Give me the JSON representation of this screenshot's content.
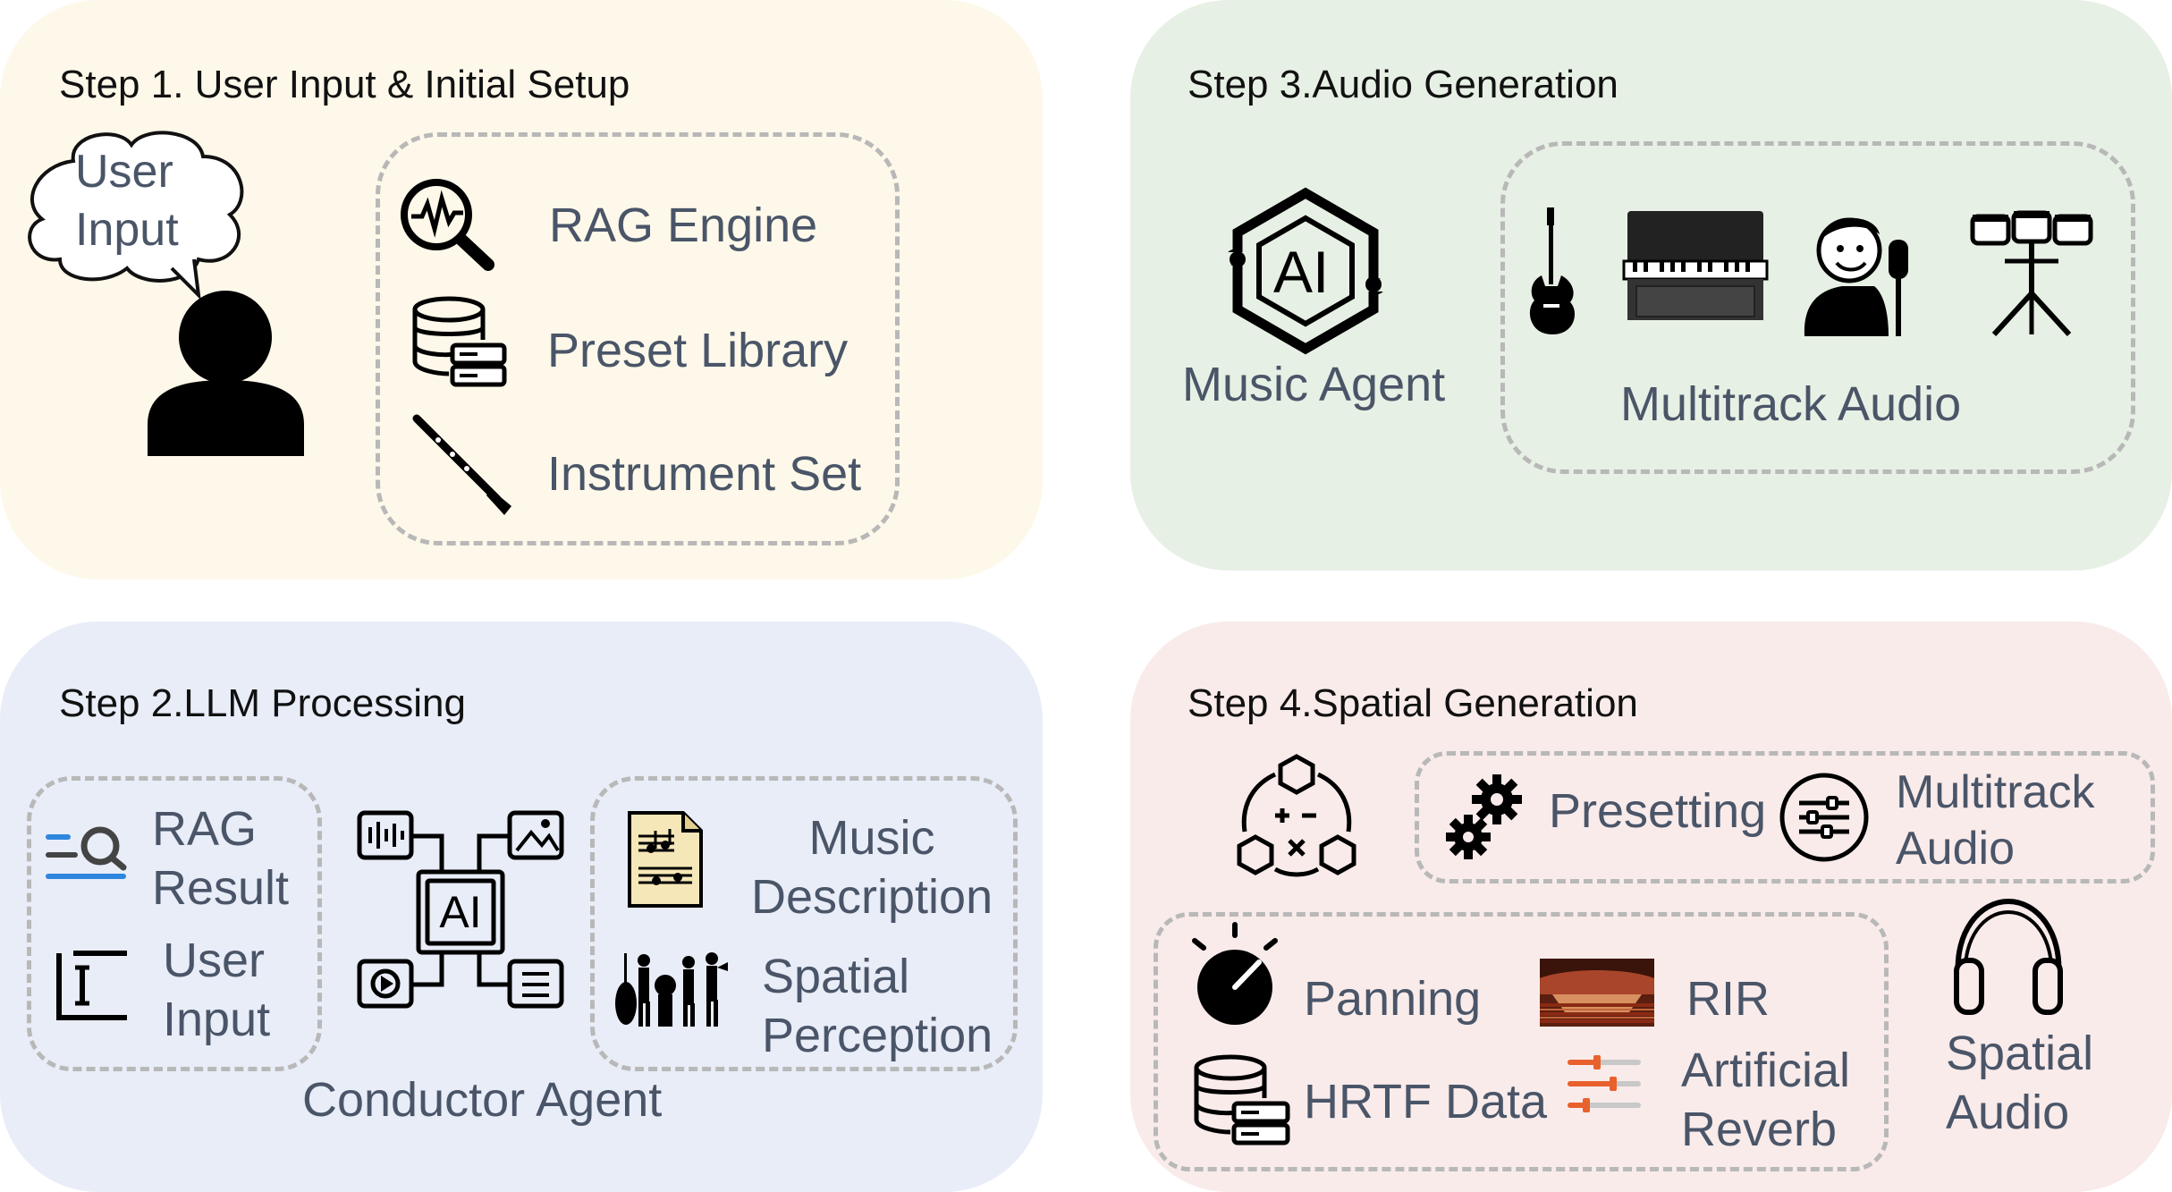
{
  "step1": {
    "title": "Step 1. User Input & Initial Setup",
    "bubble": "User\nInput",
    "items": [
      "RAG Engine",
      "Preset Library",
      "Instrument Set"
    ]
  },
  "step2": {
    "title": "Step 2.LLM Processing",
    "rag_result": "RAG\nResult",
    "user_input": "User\nInput",
    "music_description": "Music\nDescription",
    "spatial_perception": "Spatial\nPerception",
    "conductor": "Conductor Agent"
  },
  "step3": {
    "title": "Step 3.Audio Generation",
    "music_agent": "Music Agent",
    "ai_text": "AI",
    "multitrack": "Multitrack Audio"
  },
  "step4": {
    "title": "Step 4.Spatial Generation",
    "presetting": "Presetting",
    "multitrack": "Multitrack\nAudio",
    "panning": "Panning",
    "rir": "RIR",
    "hrtf": "HRTF Data",
    "artificial_reverb": "Artificial\nReverb",
    "spatial_audio": "Spatial\nAudio"
  },
  "colors": {
    "step1_bg": "#fdf8e9",
    "step2_bg": "#e8edf8",
    "step3_bg": "#e7f0e4",
    "step4_bg": "#f9ebea",
    "label": "#4a5568"
  }
}
